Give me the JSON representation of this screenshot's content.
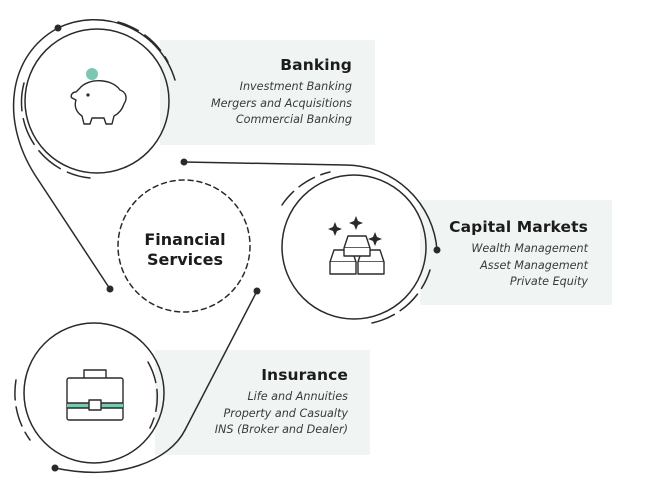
{
  "center": {
    "line1": "Financial",
    "line2": "Services"
  },
  "banking": {
    "title": "Banking",
    "items": [
      "Investment Banking",
      "Mergers and Acquisitions",
      "Commercial Banking"
    ],
    "icon": "piggy-bank-icon"
  },
  "capital_markets": {
    "title": "Capital Markets",
    "items": [
      "Wealth Management",
      "Asset Management",
      "Private Equity"
    ],
    "icon": "gold-bars-icon"
  },
  "insurance": {
    "title": "Insurance",
    "items": [
      "Life and Annuities",
      "Property and Casualty",
      "INS (Broker and Dealer)"
    ],
    "icon": "briefcase-icon"
  },
  "colors": {
    "accent": "#7cc7b2",
    "panel": "#f0f5f3",
    "line": "#2a2a2a"
  }
}
